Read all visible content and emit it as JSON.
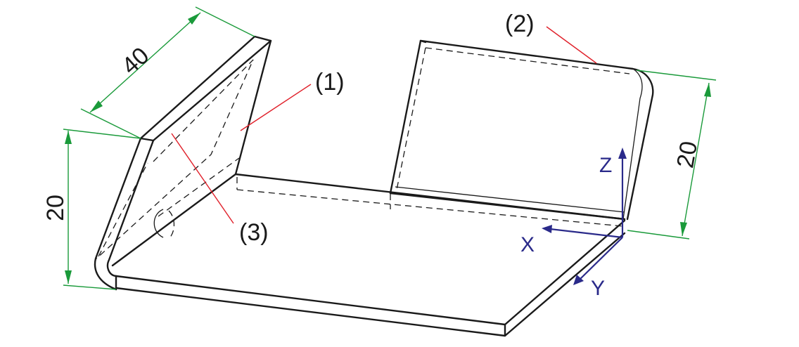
{
  "labels": {
    "part1": "(1)",
    "part2": "(2)",
    "part3": "(3)"
  },
  "dimensions": {
    "flange_length": "40",
    "left_height": "20",
    "right_height": "20"
  },
  "axes": {
    "x": "X",
    "y": "Y",
    "z": "Z"
  },
  "colors": {
    "dimension": "#1a9a3a",
    "leader": "#e0202a",
    "axis": "#2a2a8a"
  }
}
